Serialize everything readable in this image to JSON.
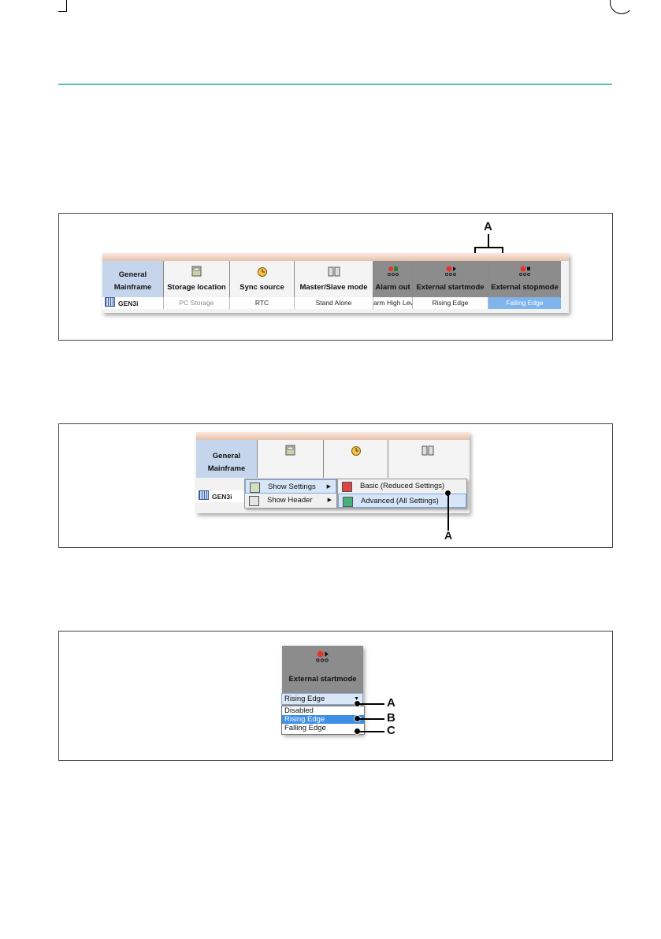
{
  "panel1": {
    "callout": "A",
    "headers": [
      {
        "name": "general",
        "top": "General",
        "label": "Mainframe"
      },
      {
        "name": "storage",
        "label": "Storage location",
        "icon": "storage-icon"
      },
      {
        "name": "sync",
        "label": "Sync source",
        "icon": "clock-icon"
      },
      {
        "name": "masterslave",
        "label": "Master/Slave mode",
        "icon": "master-slave-icon"
      },
      {
        "name": "alarm",
        "label": "Alarm out",
        "icon": "alarm-icon"
      },
      {
        "name": "extstart",
        "label": "External startmode",
        "icon": "start-trigger-icon"
      },
      {
        "name": "extstop",
        "label": "External stopmode",
        "icon": "stop-trigger-icon"
      }
    ],
    "row": {
      "device": "GEN3i",
      "values": [
        "PC Storage",
        "RTC",
        "Stand Alone",
        "arm High Leve",
        "Rising Edge",
        "Falling Edge"
      ]
    }
  },
  "panel2": {
    "callout": "A",
    "headers": {
      "general": "General",
      "mainframe": "Mainframe"
    },
    "device": "GEN3i",
    "menu": [
      "Show Settings",
      "Show Header"
    ],
    "submenu": [
      "Basic (Reduced Settings)",
      "Advanced (All Settings)"
    ]
  },
  "panel3": {
    "header": "External startmode",
    "combo": "Rising Edge",
    "options": [
      "Disabled",
      "Rising Edge",
      "Falling Edge"
    ],
    "callouts": [
      "A",
      "B",
      "C"
    ]
  },
  "colors": {
    "accent_rule": "#5cc2ad",
    "selection": "#7fb4ec"
  }
}
